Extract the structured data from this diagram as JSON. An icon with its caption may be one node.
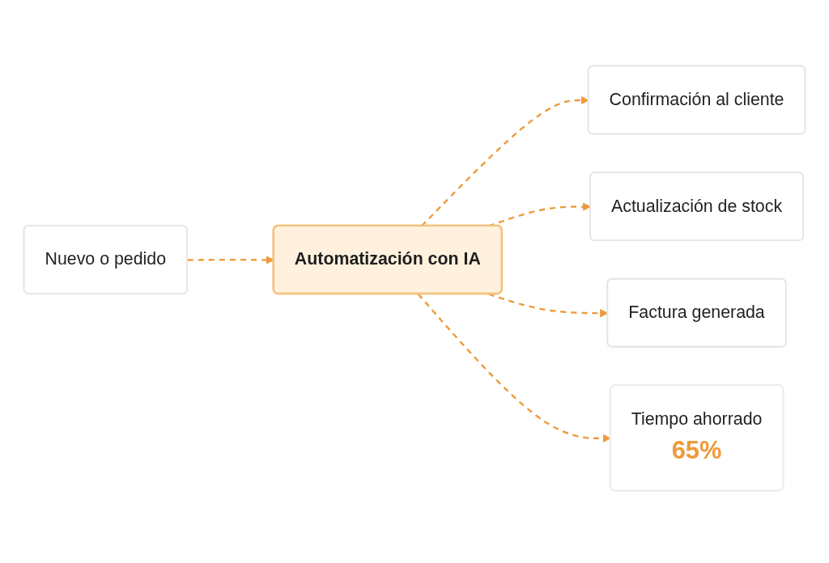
{
  "diagram": {
    "nodes": [
      {
        "text": [
          "Nuevo o pedido"
        ]
      },
      {
        "text": [
          "Automatización con IA"
        ]
      },
      {
        "text": [
          "Confirmación al cliente"
        ]
      },
      {
        "text": [
          "Actualización de stock"
        ]
      },
      {
        "text": [
          "Factura generada"
        ]
      },
      {
        "text": [
          "Tiempo ahorrado",
          "65%"
        ]
      }
    ],
    "edges": [
      {
        "from": 0,
        "to": 1,
        "arrow": "to",
        "style": "dashed"
      },
      {
        "from": 1,
        "to": 2,
        "arrow": "to",
        "style": "dashed"
      },
      {
        "from": 1,
        "to": 3,
        "arrow": "to",
        "style": "dashed"
      },
      {
        "from": 1,
        "to": 4,
        "arrow": "to",
        "style": "dashed"
      },
      {
        "from": 1,
        "to": 5,
        "arrow": "to",
        "style": "dashed"
      }
    ]
  }
}
